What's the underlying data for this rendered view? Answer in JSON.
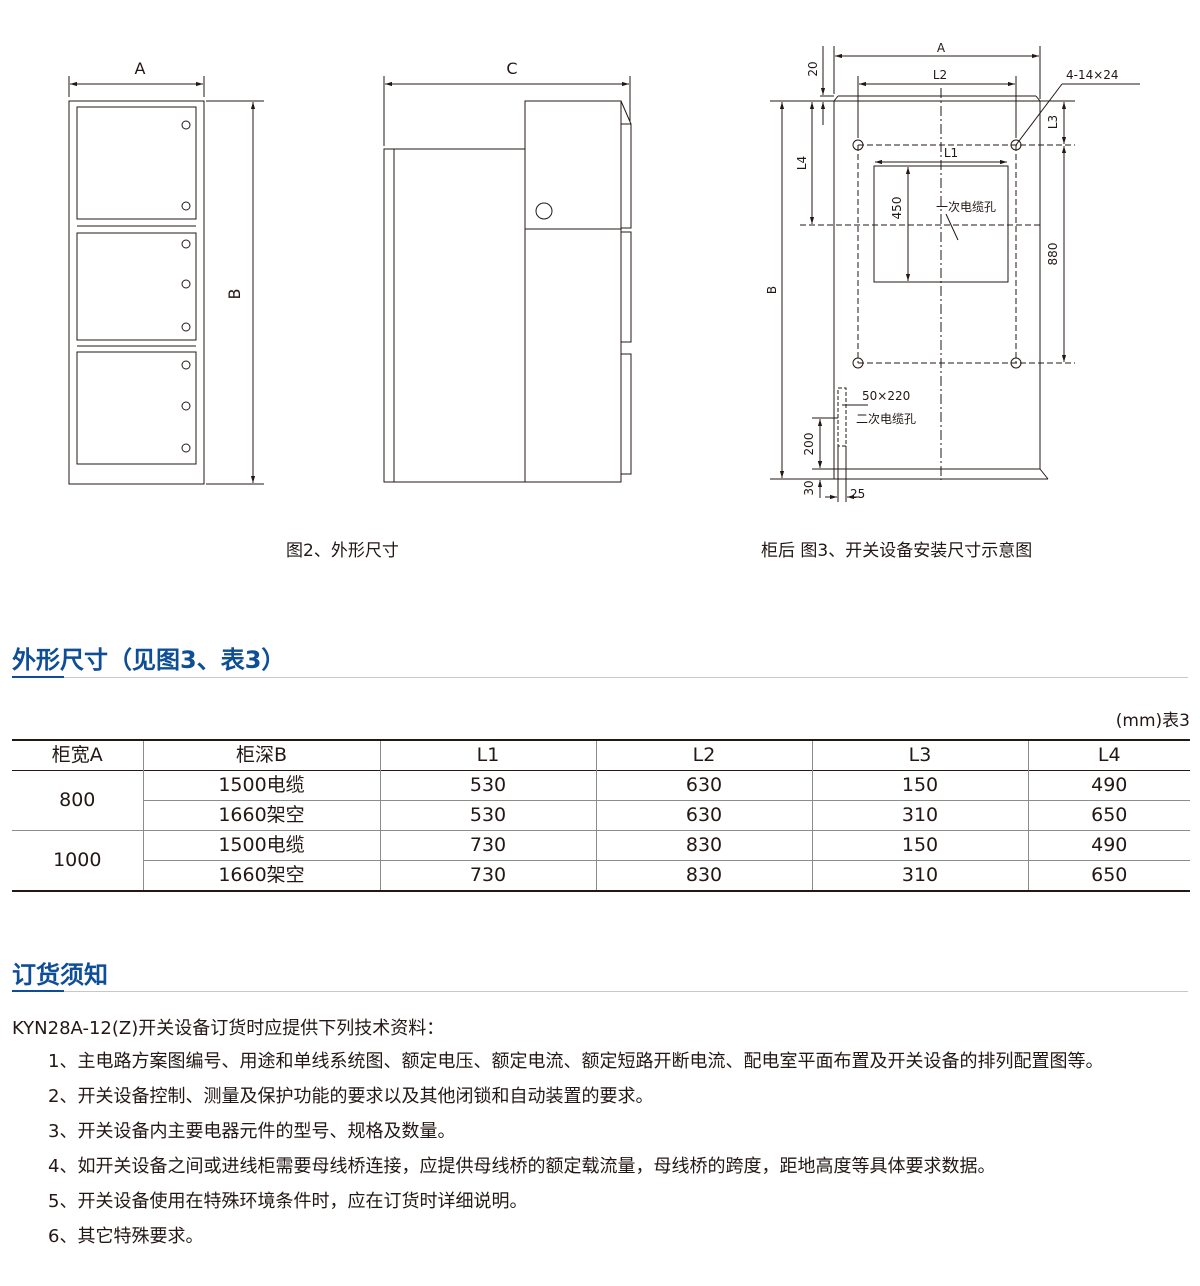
{
  "figure2": {
    "dims": {
      "A": "A",
      "B": "B",
      "C": "C"
    },
    "caption": "图2、外形尺寸"
  },
  "figure3": {
    "dims": {
      "A": "A",
      "L2": "L2",
      "L1": "L1",
      "L3": "L3",
      "L4": "L4",
      "B": "B",
      "d20": "20",
      "d450": "450",
      "d880": "880",
      "d200": "200",
      "d30": "30",
      "d25": "25"
    },
    "holes_label": "4-14×24",
    "primary_cable_label": "一次电缆孔",
    "secondary_size_label": "50×220",
    "secondary_cable_label": "二次电缆孔",
    "caption": "柜后  图3、开关设备安装尺寸示意图"
  },
  "dimensions_section": {
    "title": "外形尺寸（见图3、表3）",
    "unit_note": "(mm)表3",
    "headers": [
      "柜宽A",
      "柜深B",
      "L1",
      "L2",
      "L3",
      "L4"
    ],
    "groups": [
      {
        "width": "800",
        "rows": [
          {
            "depth": "1500电缆",
            "L1": "530",
            "L2": "630",
            "L3": "150",
            "L4": "490"
          },
          {
            "depth": "1660架空",
            "L1": "530",
            "L2": "630",
            "L3": "310",
            "L4": "650"
          }
        ]
      },
      {
        "width": "1000",
        "rows": [
          {
            "depth": "1500电缆",
            "L1": "730",
            "L2": "830",
            "L3": "150",
            "L4": "490"
          },
          {
            "depth": "1660架空",
            "L1": "730",
            "L2": "830",
            "L3": "310",
            "L4": "650"
          }
        ]
      }
    ]
  },
  "ordering_section": {
    "title": "订货须知",
    "intro": "KYN28A-12(Z)开关设备订货时应提供下列技术资料：",
    "items": [
      "1、主电路方案图编号、用途和单线系统图、额定电压、额定电流、额定短路开断电流、配电室平面布置及开关设备的排列配置图等。",
      "2、开关设备控制、测量及保护功能的要求以及其他闭锁和自动装置的要求。",
      "3、开关设备内主要电器元件的型号、规格及数量。",
      "4、如开关设备之间或进线柜需要母线桥连接，应提供母线桥的额定载流量，母线桥的跨度，距地高度等具体要求数据。",
      "5、开关设备使用在特殊环境条件时，应在订货时详细说明。",
      "6、其它特殊要求。"
    ]
  }
}
